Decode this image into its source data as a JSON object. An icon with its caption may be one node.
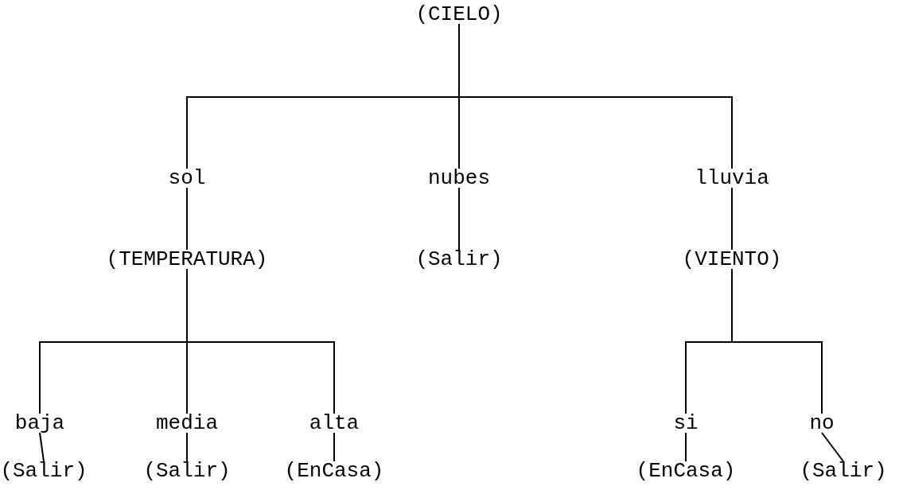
{
  "diagram": {
    "nodes": [
      {
        "text": [
          "(CIELO)"
        ]
      },
      {
        "text": [
          "sol"
        ]
      },
      {
        "text": [
          "nubes"
        ]
      },
      {
        "text": [
          "lluvia"
        ]
      },
      {
        "text": [
          "(TEMPERATURA)"
        ]
      },
      {
        "text": [
          "(Salir)"
        ]
      },
      {
        "text": [
          "(VIENTO)"
        ]
      },
      {
        "text": [
          "baja"
        ]
      },
      {
        "text": [
          "media"
        ]
      },
      {
        "text": [
          "alta"
        ]
      },
      {
        "text": [
          "si"
        ]
      },
      {
        "text": [
          "no"
        ]
      },
      {
        "text": [
          "(Salir)"
        ]
      },
      {
        "text": [
          "(Salir)"
        ]
      },
      {
        "text": [
          "(EnCasa)"
        ]
      },
      {
        "text": [
          "(EnCasa)"
        ]
      },
      {
        "text": [
          "(Salir)"
        ]
      }
    ],
    "edges": [
      {
        "from": 0,
        "to": 1,
        "arrow": "none"
      },
      {
        "from": 0,
        "to": 2,
        "arrow": "none"
      },
      {
        "from": 0,
        "to": 3,
        "arrow": "none"
      },
      {
        "from": 1,
        "to": 4,
        "arrow": "none"
      },
      {
        "from": 2,
        "to": 5,
        "arrow": "none"
      },
      {
        "from": 3,
        "to": 6,
        "arrow": "none"
      },
      {
        "from": 4,
        "to": 7,
        "arrow": "none"
      },
      {
        "from": 4,
        "to": 8,
        "arrow": "none"
      },
      {
        "from": 4,
        "to": 9,
        "arrow": "none"
      },
      {
        "from": 6,
        "to": 10,
        "arrow": "none"
      },
      {
        "from": 6,
        "to": 11,
        "arrow": "none"
      },
      {
        "from": 7,
        "to": 12,
        "arrow": "none"
      },
      {
        "from": 8,
        "to": 13,
        "arrow": "none"
      },
      {
        "from": 9,
        "to": 14,
        "arrow": "none"
      },
      {
        "from": 10,
        "to": 15,
        "arrow": "none"
      },
      {
        "from": 11,
        "to": 16,
        "arrow": "none"
      }
    ]
  }
}
